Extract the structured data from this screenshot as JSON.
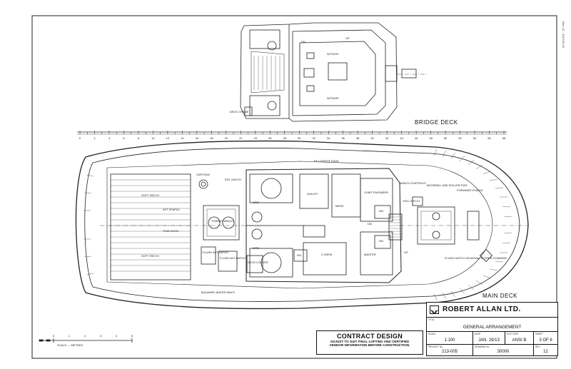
{
  "drawing": {
    "bridge_deck_title": "BRIDGE DECK",
    "main_deck_title": "MAIN DECK",
    "ruler_ticks": [
      "0",
      "2",
      "4",
      "6",
      "8",
      "10",
      "12",
      "14",
      "16",
      "18",
      "20",
      "22",
      "24",
      "26",
      "28",
      "30",
      "32",
      "34",
      "36",
      "38",
      "40",
      "42",
      "44",
      "46",
      "48",
      "50",
      "52",
      "54",
      "56",
      "58"
    ],
    "scale_ticks": [
      "0",
      "1",
      "2",
      "3",
      "4",
      "5"
    ],
    "scale_label": "SCALE — METRES",
    "side_note": "Rev. 12 - 2013.05.15",
    "labels": {
      "capstan": "CAPSTAN",
      "esc_hatch_aft": "ESC HATCH",
      "soft_patch_upper": "SOFT PATCH",
      "soft_patch_lower": "SOFT PATCH",
      "aft_staple": "AFT STAPLE",
      "tow_hook": "TOW HOOK",
      "towing_winch": "TOWING WINCH",
      "flush_wt_hatch_1": "FLUSH W/T HATCH",
      "flush_wt_hatch_2": "FLUSH W/T HATCH",
      "deck_locker": "DECK LOCKER",
      "bulwark_water_ways": "BULWARK WATER WAYS",
      "galley": "GALLEY",
      "mess": "MESS",
      "chief_engineer": "CHIEF ENGINEER",
      "master": "MASTER",
      "crew_2": "2 CREW",
      "fill_vents": "FILL/VENTS F.W.B.",
      "winch_controls": "WINCH CONTROLS",
      "mooring_line": "MOORING LINE ROLLER FWS",
      "forward_staple": "FORWARD STAPLE",
      "esc_hatch_fwd": "ESC HATCH",
      "flush_hatch_fwd": "FLUSH HATCH ON 600mm SLOPED COAMING",
      "wc_1": "WC",
      "wc_2": "WC",
      "wc_3": "WC",
      "wtd_p": "WTD",
      "wtd_s": "WTD",
      "deck_crane": "DECK CRANE",
      "wtdor_1": "W/TDOR",
      "wtdor_2": "W/TDOR",
      "up_1": "UP",
      "up_2": "UP",
      "dn_1": "DN",
      "dn_2": "DN"
    }
  },
  "title_block": {
    "company": "ROBERT ALLAN LTD.",
    "title_caption": "TITLE",
    "title": "GENERAL ARRANGEMENT",
    "scale_caption": "SCALE",
    "scale": "1:100",
    "date_caption": "DATE",
    "date": "JAN. 29/13",
    "plot_size_caption": "PLOT SIZE",
    "plot_size": "ANSI B",
    "sheet_caption": "SHEET",
    "sheet": "3 OF 6",
    "project_caption": "PROJECT No.",
    "project": "213-005",
    "drawing_caption": "DRAWING No.",
    "drawing": "30000",
    "rev_caption": "REV.",
    "rev": "12"
  },
  "contract": {
    "heading": "CONTRACT DESIGN",
    "line1": "ADJUST TO SUIT FINAL LOFTING AND CERTIFIED",
    "line2": "VENDOR INFORMATION BEFORE CONSTRUCTION."
  }
}
